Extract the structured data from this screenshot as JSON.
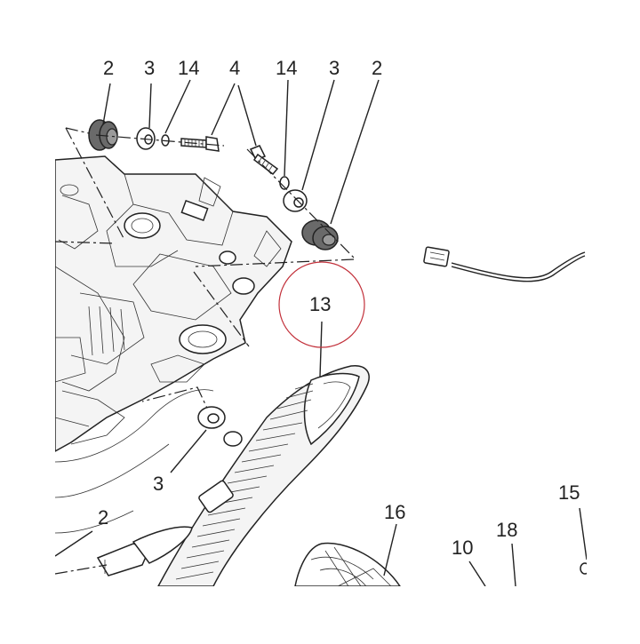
{
  "callouts": [
    {
      "id": "c2a",
      "text": "2"
    },
    {
      "id": "c3a",
      "text": "3"
    },
    {
      "id": "c14a",
      "text": "14"
    },
    {
      "id": "c4",
      "text": "4"
    },
    {
      "id": "c14b",
      "text": "14"
    },
    {
      "id": "c3b",
      "text": "3"
    },
    {
      "id": "c2b",
      "text": "2"
    },
    {
      "id": "c13",
      "text": "13"
    },
    {
      "id": "c3c",
      "text": "3"
    },
    {
      "id": "c2c",
      "text": "2"
    },
    {
      "id": "c16",
      "text": "16"
    },
    {
      "id": "c15",
      "text": "15"
    },
    {
      "id": "c18",
      "text": "18"
    },
    {
      "id": "c10",
      "text": "10"
    }
  ],
  "colors": {
    "line": "#222222",
    "highlight_circle": "#c2303a",
    "grommet": "#6a6a6a",
    "fill": "#f4f4f4"
  }
}
